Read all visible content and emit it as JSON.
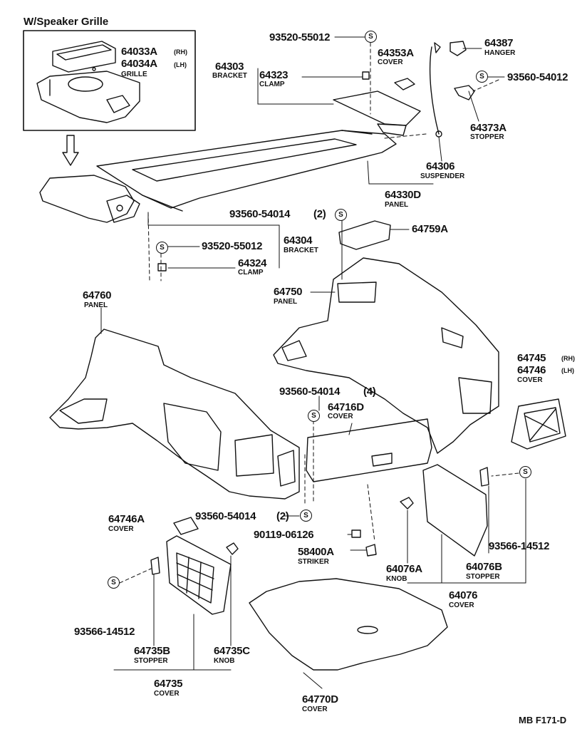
{
  "inset_title": "W/Speaker Grille",
  "code": "MB F171-D",
  "s_mark": "S",
  "parts": {
    "p93520_55012_top": "93520-55012",
    "p64303": "64303",
    "bracket_64303": "BRACKET",
    "p64323": "64323",
    "clamp_64323": "CLAMP",
    "p64353A": "64353A",
    "cover_64353A": "COVER",
    "p64387": "64387",
    "hanger_64387": "HANGER",
    "p93560_54012": "93560-54012",
    "p64373A": "64373A",
    "stopper_64373A": "STOPPER",
    "p64306": "64306",
    "suspender_64306": "SUSPENDER",
    "p64330D": "64330D",
    "panel_64330D": "PANEL",
    "p64033A": "64033A",
    "rh_64033A": "(RH)",
    "p64034A": "64034A",
    "lh_64034A": "(LH)",
    "grille": "GRILLE",
    "p93560_54014_2a": "93560-54014",
    "qty_2a": "(2)",
    "p64759A": "64759A",
    "p93520_55012_mid": "93520-55012",
    "p64304": "64304",
    "bracket_64304": "BRACKET",
    "p64324": "64324",
    "clamp_64324": "CLAMP",
    "p64760": "64760",
    "panel_64760": "PANEL",
    "p64750": "64750",
    "panel_64750": "PANEL",
    "p64745": "64745",
    "rh_64745": "(RH)",
    "p64746": "64746",
    "lh_64746": "(LH)",
    "cover_64745": "COVER",
    "p93560_54014_4": "93560-54014",
    "qty_4": "(4)",
    "p64716D": "64716D",
    "cover_64716D": "COVER",
    "p64746A": "64746A",
    "cover_64746A": "COVER",
    "p93560_54014_2b": "93560-54014",
    "qty_2b": "(2)",
    "p90119_06126": "90119-06126",
    "p58400A": "58400A",
    "striker": "STRIKER",
    "p64076A": "64076A",
    "knob_64076A": "KNOB",
    "p64076B": "64076B",
    "stopper_64076B": "STOPPER",
    "p93566_14512_r": "93566-14512",
    "p64076": "64076",
    "cover_64076": "COVER",
    "p93566_14512_l": "93566-14512",
    "p64735B": "64735B",
    "stopper_64735B": "STOPPER",
    "p64735C": "64735C",
    "knob_64735C": "KNOB",
    "p64735": "64735",
    "cover_64735": "COVER",
    "p64770D": "64770D",
    "cover_64770D": "COVER"
  }
}
